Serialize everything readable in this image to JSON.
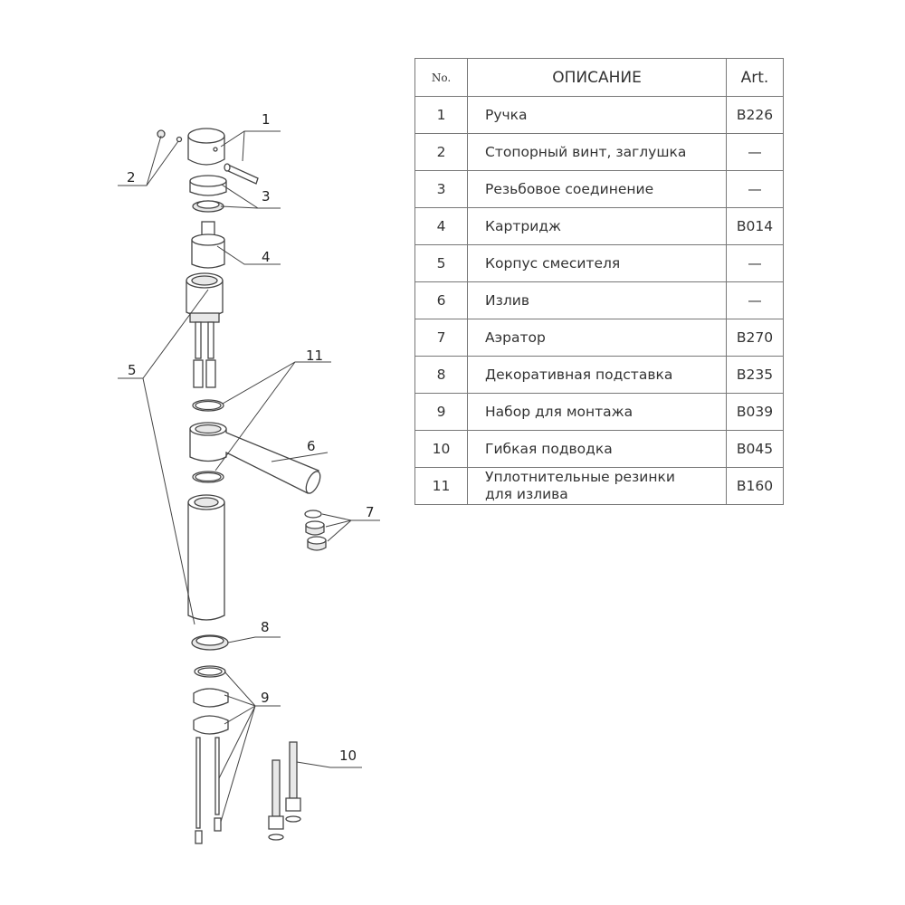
{
  "table": {
    "headers": {
      "no": "No.",
      "description": "ОПИСАНИЕ",
      "art": "Art."
    },
    "rows": [
      {
        "no": "1",
        "description": "Ручка",
        "art": "B226"
      },
      {
        "no": "2",
        "description": "Стопорный винт, заглушка",
        "art": "—"
      },
      {
        "no": "3",
        "description": "Резьбовое соединение",
        "art": "—"
      },
      {
        "no": "4",
        "description": "Картридж",
        "art": "B014"
      },
      {
        "no": "5",
        "description": "Корпус смесителя",
        "art": "—"
      },
      {
        "no": "6",
        "description": "Излив",
        "art": "—"
      },
      {
        "no": "7",
        "description": "Аэратор",
        "art": "B270"
      },
      {
        "no": "8",
        "description": "Декоративная подставка",
        "art": "B235"
      },
      {
        "no": "9",
        "description": "Набор для монтажа",
        "art": "B039"
      },
      {
        "no": "10",
        "description": "Гибкая подводка",
        "art": "B045"
      },
      {
        "no": "11",
        "description": "Уплотнительные резинки",
        "description_line2": "для излива",
        "art": "B160"
      }
    ]
  },
  "callouts": [
    "1",
    "2",
    "3",
    "4",
    "5",
    "6",
    "7",
    "8",
    "9",
    "10",
    "11"
  ]
}
